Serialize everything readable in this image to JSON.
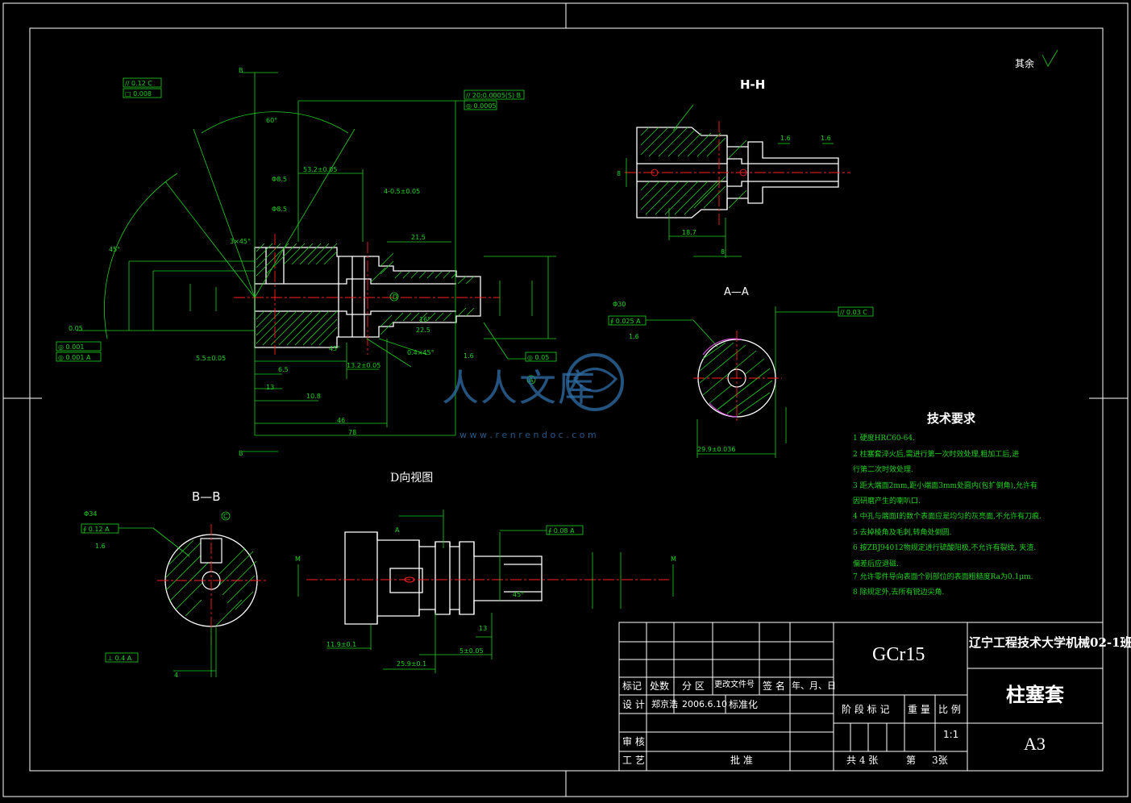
{
  "views": {
    "view_hh": "H-H",
    "view_aa": "A—A",
    "view_bb": "B—B",
    "view_d": "D向视图"
  },
  "roughness_note": "其余",
  "tech_req": {
    "title": "技术要求",
    "items": [
      "1 硬度HRC60-64.",
      "2 柱塞套淬火后,需进行第一次时效处理,粗加工后,进",
      "  行第二次时效处理.",
      "3 距大端面2mm,距小端面3mm处圆内(包扩倒角),允许有",
      "  因研磨产生的喇叭口.",
      "4 中孔与端面I的数个表面应是均匀的灰亮面,不允许有刀痕.",
      "5 去掉棱角及毛刺,转角处倒圆.",
      "6 按ZBJ94012物规定进行硫酸阳极,不允许有裂纹,    夹渣.",
      "  偏差后应退磁.",
      "7 允许零件导向表面个别部位的表面粗糙度Ra为0.1μm.",
      "8 除规定外,去所有锐边尖角."
    ]
  },
  "title_block": {
    "material": "GCr15",
    "school": "辽宁工程技术大学机械02-1班",
    "part_name": "柱塞套",
    "sheet_size": "A3",
    "headers": [
      "标记",
      "处数",
      "分 区",
      "更改文件号",
      "签 名",
      "年、月、日"
    ],
    "design_label": "设 计",
    "designer": "郑京浩",
    "design_date": "2006.6.10",
    "standard_label": "标准化",
    "review_label": "审 核",
    "process_label": "工 艺",
    "approve_label": "批 准",
    "stage_label": "阶 段 标 记",
    "weight_label": "重 量",
    "scale_label": "比 例",
    "scale": "1:1",
    "sheets_total": "共 4 张",
    "sheet_no_label": "第",
    "sheet_no": "3张"
  },
  "watermark": {
    "text": "人人文库",
    "url": "w w w . r e n r e n d o c . c o m"
  },
  "colors": {
    "line": "#21d121",
    "center": "#ff2020",
    "outline": "#ffffff",
    "hatch": "#21d121"
  }
}
